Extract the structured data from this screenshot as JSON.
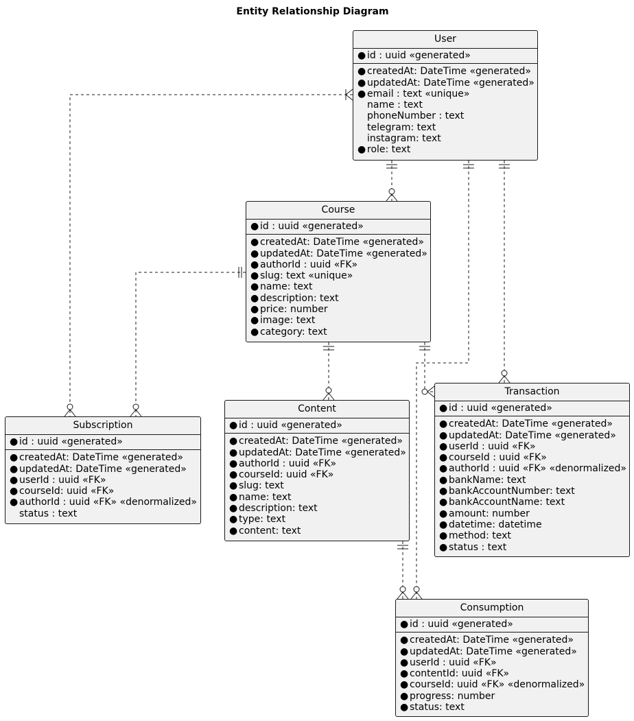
{
  "title": "Entity Relationship Diagram",
  "entities": {
    "user": {
      "name": "User",
      "pk": {
        "req": true,
        "text": "id : uuid «generated»"
      },
      "attrs": [
        {
          "req": true,
          "text": "createdAt: DateTime «generated»"
        },
        {
          "req": true,
          "text": "updatedAt: DateTime «generated»"
        },
        {
          "req": true,
          "text": "email : text «unique»"
        },
        {
          "req": false,
          "text": "name : text"
        },
        {
          "req": false,
          "text": "phoneNumber : text"
        },
        {
          "req": false,
          "text": "telegram: text"
        },
        {
          "req": false,
          "text": "instagram: text"
        },
        {
          "req": true,
          "text": "role: text"
        }
      ]
    },
    "course": {
      "name": "Course",
      "pk": {
        "req": true,
        "text": "id : uuid «generated»"
      },
      "attrs": [
        {
          "req": true,
          "text": "createdAt: DateTime «generated»"
        },
        {
          "req": true,
          "text": "updatedAt: DateTime «generated»"
        },
        {
          "req": true,
          "text": "authorId : uuid «FK»"
        },
        {
          "req": true,
          "text": "slug: text «unique»"
        },
        {
          "req": true,
          "text": "name: text"
        },
        {
          "req": true,
          "text": "description: text"
        },
        {
          "req": true,
          "text": "price: number"
        },
        {
          "req": true,
          "text": "image: text"
        },
        {
          "req": true,
          "text": "category: text"
        }
      ]
    },
    "subscription": {
      "name": "Subscription",
      "pk": {
        "req": true,
        "text": "id : uuid «generated»"
      },
      "attrs": [
        {
          "req": true,
          "text": "createdAt: DateTime «generated»"
        },
        {
          "req": true,
          "text": "updatedAt: DateTime «generated»"
        },
        {
          "req": true,
          "text": "userId : uuid «FK»"
        },
        {
          "req": true,
          "text": "courseId: uuid «FK»"
        },
        {
          "req": true,
          "text": "authorId : uuid «FK» «denormalized»"
        },
        {
          "req": false,
          "text": "status : text"
        }
      ]
    },
    "content": {
      "name": "Content",
      "pk": {
        "req": true,
        "text": "id : uuid «generated»"
      },
      "attrs": [
        {
          "req": true,
          "text": "createdAt: DateTime «generated»"
        },
        {
          "req": true,
          "text": "updatedAt: DateTime «generated»"
        },
        {
          "req": true,
          "text": "authorId : uuid «FK»"
        },
        {
          "req": true,
          "text": "courseId: uuid «FK»"
        },
        {
          "req": true,
          "text": "slug: text"
        },
        {
          "req": true,
          "text": "name: text"
        },
        {
          "req": true,
          "text": "description: text"
        },
        {
          "req": true,
          "text": "type: text"
        },
        {
          "req": true,
          "text": "content: text"
        }
      ]
    },
    "transaction": {
      "name": "Transaction",
      "pk": {
        "req": true,
        "text": "id : uuid «generated»"
      },
      "attrs": [
        {
          "req": true,
          "text": "createdAt: DateTime «generated»"
        },
        {
          "req": true,
          "text": "updatedAt: DateTime «generated»"
        },
        {
          "req": true,
          "text": "userId : uuid «FK»"
        },
        {
          "req": true,
          "text": "courseId : uuid «FK»"
        },
        {
          "req": true,
          "text": "authorId : uuid «FK» «denormalized»"
        },
        {
          "req": true,
          "text": "bankName: text"
        },
        {
          "req": true,
          "text": "bankAccountNumber: text"
        },
        {
          "req": true,
          "text": "bankAccountName: text"
        },
        {
          "req": true,
          "text": "amount: number"
        },
        {
          "req": true,
          "text": "datetime: datetime"
        },
        {
          "req": true,
          "text": "method: text"
        },
        {
          "req": true,
          "text": "status : text"
        }
      ]
    },
    "consumption": {
      "name": "Consumption",
      "pk": {
        "req": true,
        "text": "id : uuid «generated»"
      },
      "attrs": [
        {
          "req": true,
          "text": "createdAt: DateTime «generated»"
        },
        {
          "req": true,
          "text": "updatedAt: DateTime «generated»"
        },
        {
          "req": true,
          "text": "userId : uuid «FK»"
        },
        {
          "req": true,
          "text": "contentId: uuid «FK»"
        },
        {
          "req": true,
          "text": "courseId: uuid «FK» «denormalized»"
        },
        {
          "req": true,
          "text": "progress: number"
        },
        {
          "req": true,
          "text": "status: text"
        }
      ]
    }
  },
  "relationships": [
    {
      "from": "User",
      "to": "Subscription",
      "from_card": "one-or-many",
      "to_card": "zero-or-many"
    },
    {
      "from": "User",
      "to": "Course",
      "from_card": "exactly-one",
      "to_card": "zero-or-many"
    },
    {
      "from": "User",
      "to": "Consumption",
      "from_card": "exactly-one",
      "to_card": "zero-or-many"
    },
    {
      "from": "User",
      "to": "Transaction",
      "from_card": "exactly-one",
      "to_card": "zero-or-many"
    },
    {
      "from": "Course",
      "to": "Subscription",
      "from_card": "exactly-one",
      "to_card": "zero-or-many"
    },
    {
      "from": "Course",
      "to": "Content",
      "from_card": "exactly-one",
      "to_card": "zero-or-many"
    },
    {
      "from": "Course",
      "to": "Transaction",
      "from_card": "exactly-one",
      "to_card": "zero-or-many"
    },
    {
      "from": "Content",
      "to": "Consumption",
      "from_card": "exactly-one",
      "to_card": "zero-or-many"
    }
  ],
  "bullet_glyph": "●"
}
